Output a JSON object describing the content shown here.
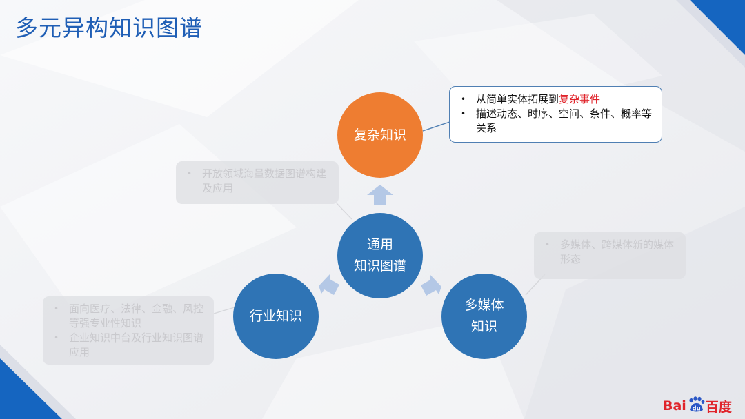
{
  "title": "多元异构知识图谱",
  "nodes": {
    "complex": "复杂知识",
    "general": "通用\n知识图谱",
    "industry": "行业知识",
    "media": "多媒体\n知识"
  },
  "notes": {
    "complex": {
      "line1_prefix": "从简单实体拓展到",
      "line1_highlight": "复杂事件",
      "line2": "描述动态、时序、空间、条件、概率等关系"
    },
    "general": [
      "开放领域海量数据图谱构建及应用"
    ],
    "media": [
      "多媒体、跨媒体新的媒体形态"
    ],
    "industry": [
      "面向医疗、法律、金融、风控等强专业性知识",
      "企业知识中台及行业知识图谱应用"
    ]
  },
  "logo": {
    "text_left": "Bai",
    "text_paw": "du",
    "text_right": "百度"
  },
  "colors": {
    "title": "#1f5eb5",
    "orange": "#ee7d31",
    "blue": "#2f74b5",
    "highlight": "#e0242b",
    "corner_blue": "#1565c0"
  }
}
